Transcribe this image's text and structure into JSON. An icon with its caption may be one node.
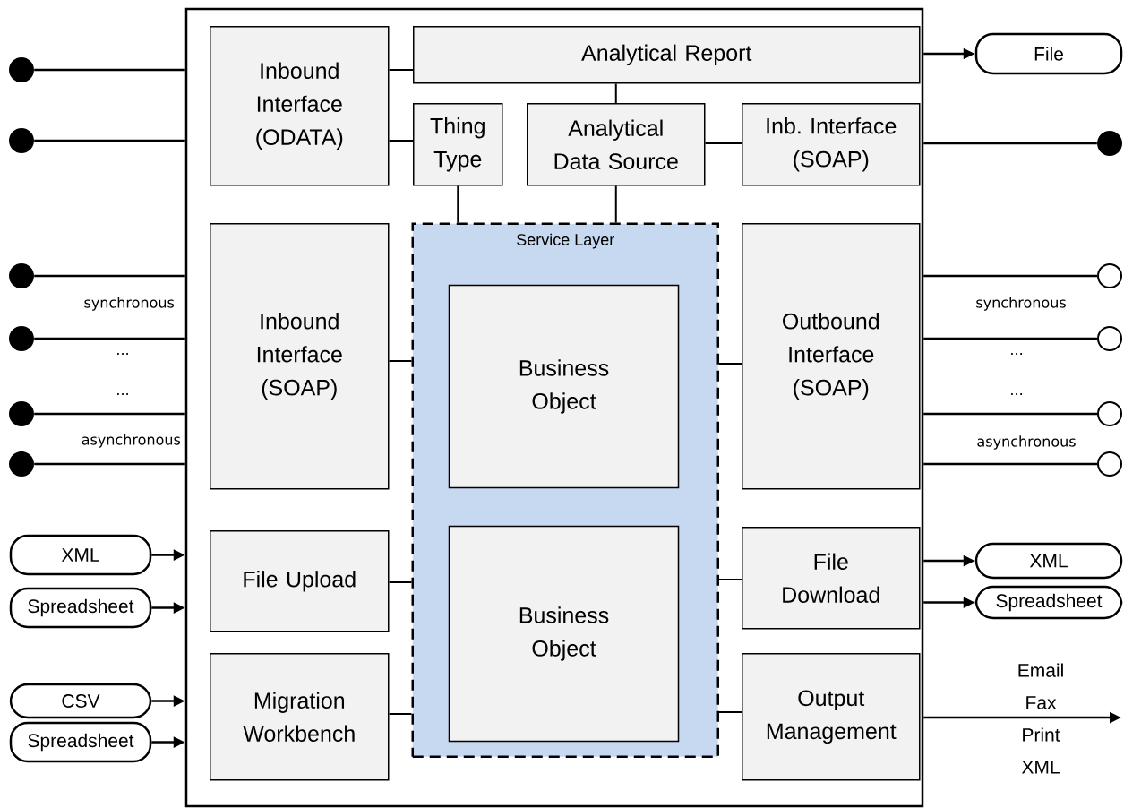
{
  "diagram": {
    "nodes": [
      {
        "text": [],
        "shape": "box"
      },
      {
        "text": [
          "Inbound Interface (ODATA)"
        ],
        "in": 0
      },
      {
        "text": [
          "Analytical Report"
        ],
        "in": 0
      },
      {
        "text": [
          "Thing Type"
        ],
        "in": 0
      },
      {
        "text": [
          "Analytical Data Source"
        ],
        "in": 0
      },
      {
        "text": [
          "Inb. Interface (SOAP)"
        ],
        "in": 0
      },
      {
        "text": [
          "Service Layer"
        ],
        "in": 0
      },
      {
        "text": [
          "Business Object"
        ],
        "in": 6
      },
      {
        "text": [
          "Business Object"
        ],
        "in": 6
      },
      {
        "text": [
          "Inbound Interface (SOAP)"
        ],
        "in": 0
      },
      {
        "text": [
          "Outbound Interface (SOAP)"
        ],
        "in": 0
      },
      {
        "text": [
          "File Upload"
        ],
        "in": 0
      },
      {
        "text": [
          "File Download"
        ],
        "in": 0
      },
      {
        "text": [
          "Migration Workbench"
        ],
        "in": 0
      },
      {
        "text": [
          "Output Management"
        ],
        "in": 0
      },
      {
        "text": [],
        "shape": "dot"
      },
      {
        "text": [],
        "shape": "dot"
      },
      {
        "text": [],
        "shape": "dot"
      },
      {
        "text": [],
        "shape": "dot"
      },
      {
        "text": [],
        "shape": "dot"
      },
      {
        "text": [],
        "shape": "dot"
      },
      {
        "text": [
          "XML"
        ]
      },
      {
        "text": [
          "Spreadsheet"
        ]
      },
      {
        "text": [
          "CSV"
        ]
      },
      {
        "text": [
          "Spreadsheet"
        ]
      },
      {
        "text": [
          "File"
        ]
      },
      {
        "text": [],
        "shape": "dot"
      },
      {
        "text": [],
        "shape": "circle"
      },
      {
        "text": [],
        "shape": "circle"
      },
      {
        "text": [],
        "shape": "circle"
      },
      {
        "text": [],
        "shape": "circle"
      },
      {
        "text": [
          "XML"
        ]
      },
      {
        "text": [
          "Spreadsheet"
        ]
      }
    ],
    "edges": [
      {
        "from": 1,
        "to": 2,
        "arrow": "none"
      },
      {
        "from": 1,
        "to": 3,
        "arrow": "none"
      },
      {
        "from": 2,
        "to": 4,
        "arrow": "none"
      },
      {
        "from": 4,
        "to": 5,
        "arrow": "none"
      },
      {
        "from": 3,
        "to": 6,
        "arrow": "none"
      },
      {
        "from": 4,
        "to": 6,
        "arrow": "none"
      },
      {
        "from": 9,
        "to": 6,
        "arrow": "none"
      },
      {
        "from": 11,
        "to": 6,
        "arrow": "none"
      },
      {
        "from": 13,
        "to": 6,
        "arrow": "none"
      },
      {
        "from": 10,
        "to": 6,
        "arrow": "none"
      },
      {
        "from": 12,
        "to": 6,
        "arrow": "none"
      },
      {
        "from": 14,
        "to": 6,
        "arrow": "none"
      },
      {
        "from": 15,
        "to": 0,
        "arrow": "none"
      },
      {
        "from": 16,
        "to": 0,
        "arrow": "none"
      },
      {
        "from": 17,
        "to": 0,
        "arrow": "none"
      },
      {
        "from": 18,
        "to": 0,
        "arrow": "none"
      },
      {
        "from": 19,
        "to": 0,
        "arrow": "none"
      },
      {
        "from": 20,
        "to": 0,
        "arrow": "none"
      },
      {
        "from": 21,
        "to": 0,
        "arrow": "to"
      },
      {
        "from": 22,
        "to": 0,
        "arrow": "to"
      },
      {
        "from": 23,
        "to": 0,
        "arrow": "to"
      },
      {
        "from": 24,
        "to": 0,
        "arrow": "to"
      },
      {
        "from": 0,
        "to": 25,
        "arrow": "to"
      },
      {
        "from": 0,
        "to": 26,
        "arrow": "none"
      },
      {
        "from": 0,
        "to": 27,
        "arrow": "none"
      },
      {
        "from": 0,
        "to": 28,
        "arrow": "none"
      },
      {
        "from": 0,
        "to": 29,
        "arrow": "none"
      },
      {
        "from": 0,
        "to": 30,
        "arrow": "none"
      },
      {
        "from": 0,
        "to": 31,
        "arrow": "to"
      },
      {
        "from": 0,
        "to": 32,
        "arrow": "to"
      },
      {
        "from": 0,
        "to": null,
        "arrow": "to",
        "label": "Email Fax Print XML"
      }
    ],
    "labels": [
      "synchronous",
      "...",
      "...",
      "asynchronous",
      "synchronous",
      "...",
      "...",
      "asynchronous"
    ]
  }
}
